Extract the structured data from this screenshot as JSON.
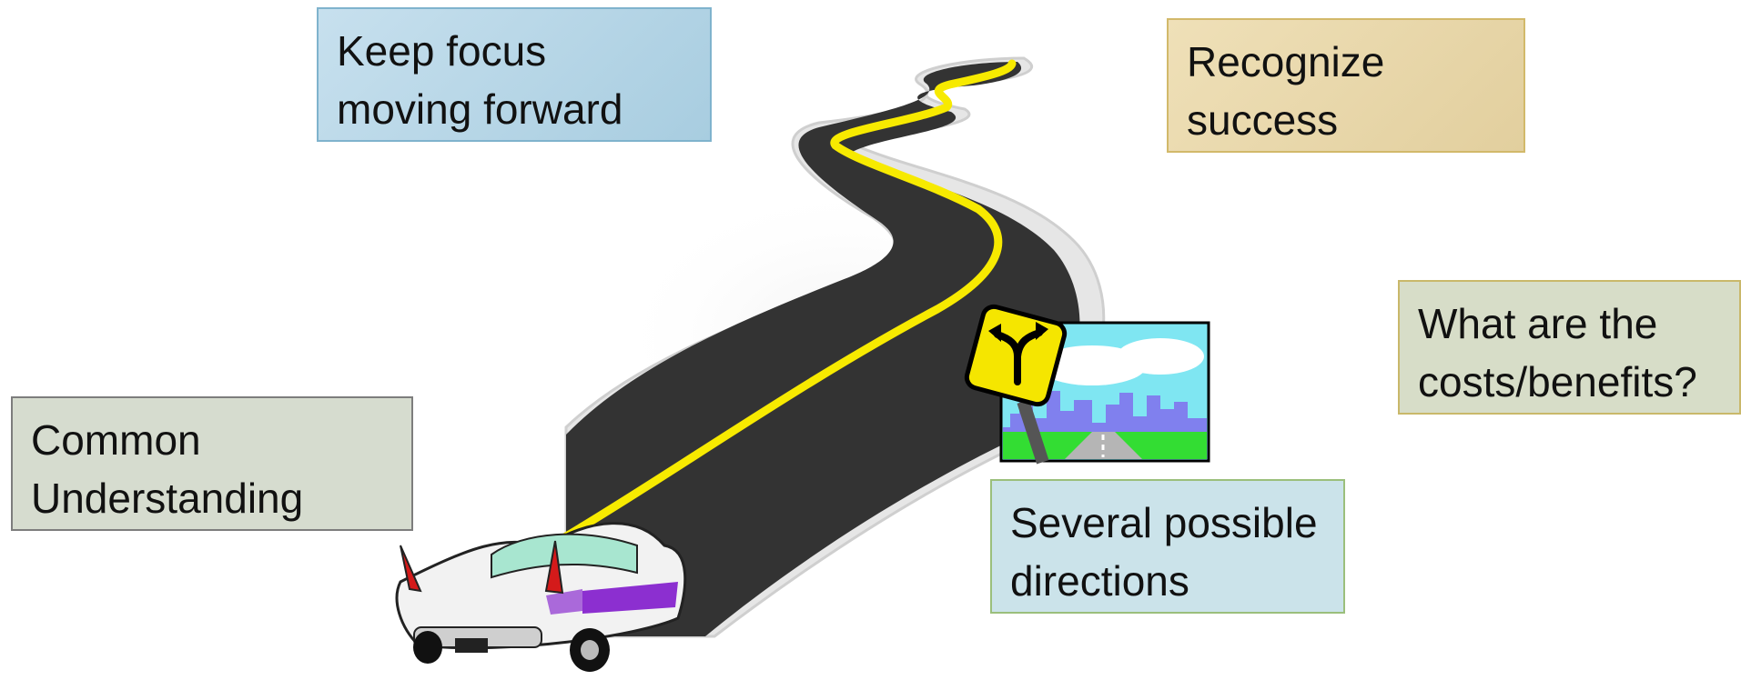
{
  "callouts": {
    "focus": {
      "line1": "Keep focus",
      "line2": "moving forward"
    },
    "success": {
      "line1": "Recognize",
      "line2": "success"
    },
    "costs": {
      "line1": "What are the",
      "line2": "costs/benefits?"
    },
    "common": {
      "line1": "Common",
      "line2": "Understanding"
    },
    "dirs": {
      "line1": "Several possible",
      "line2": "directions"
    }
  },
  "colors": {
    "road": "#333333",
    "centerline": "#f7ea00",
    "sign": "#f5e600",
    "sky": "#66e0f0",
    "buildings": "#8080ee",
    "grass": "#33dd33",
    "car_accent": "#8c2fd0",
    "car_tail": "#d41a1a"
  },
  "icons": [
    "winding-road-icon",
    "fork-road-sign-icon",
    "city-scene-icon",
    "vintage-car-icon"
  ]
}
